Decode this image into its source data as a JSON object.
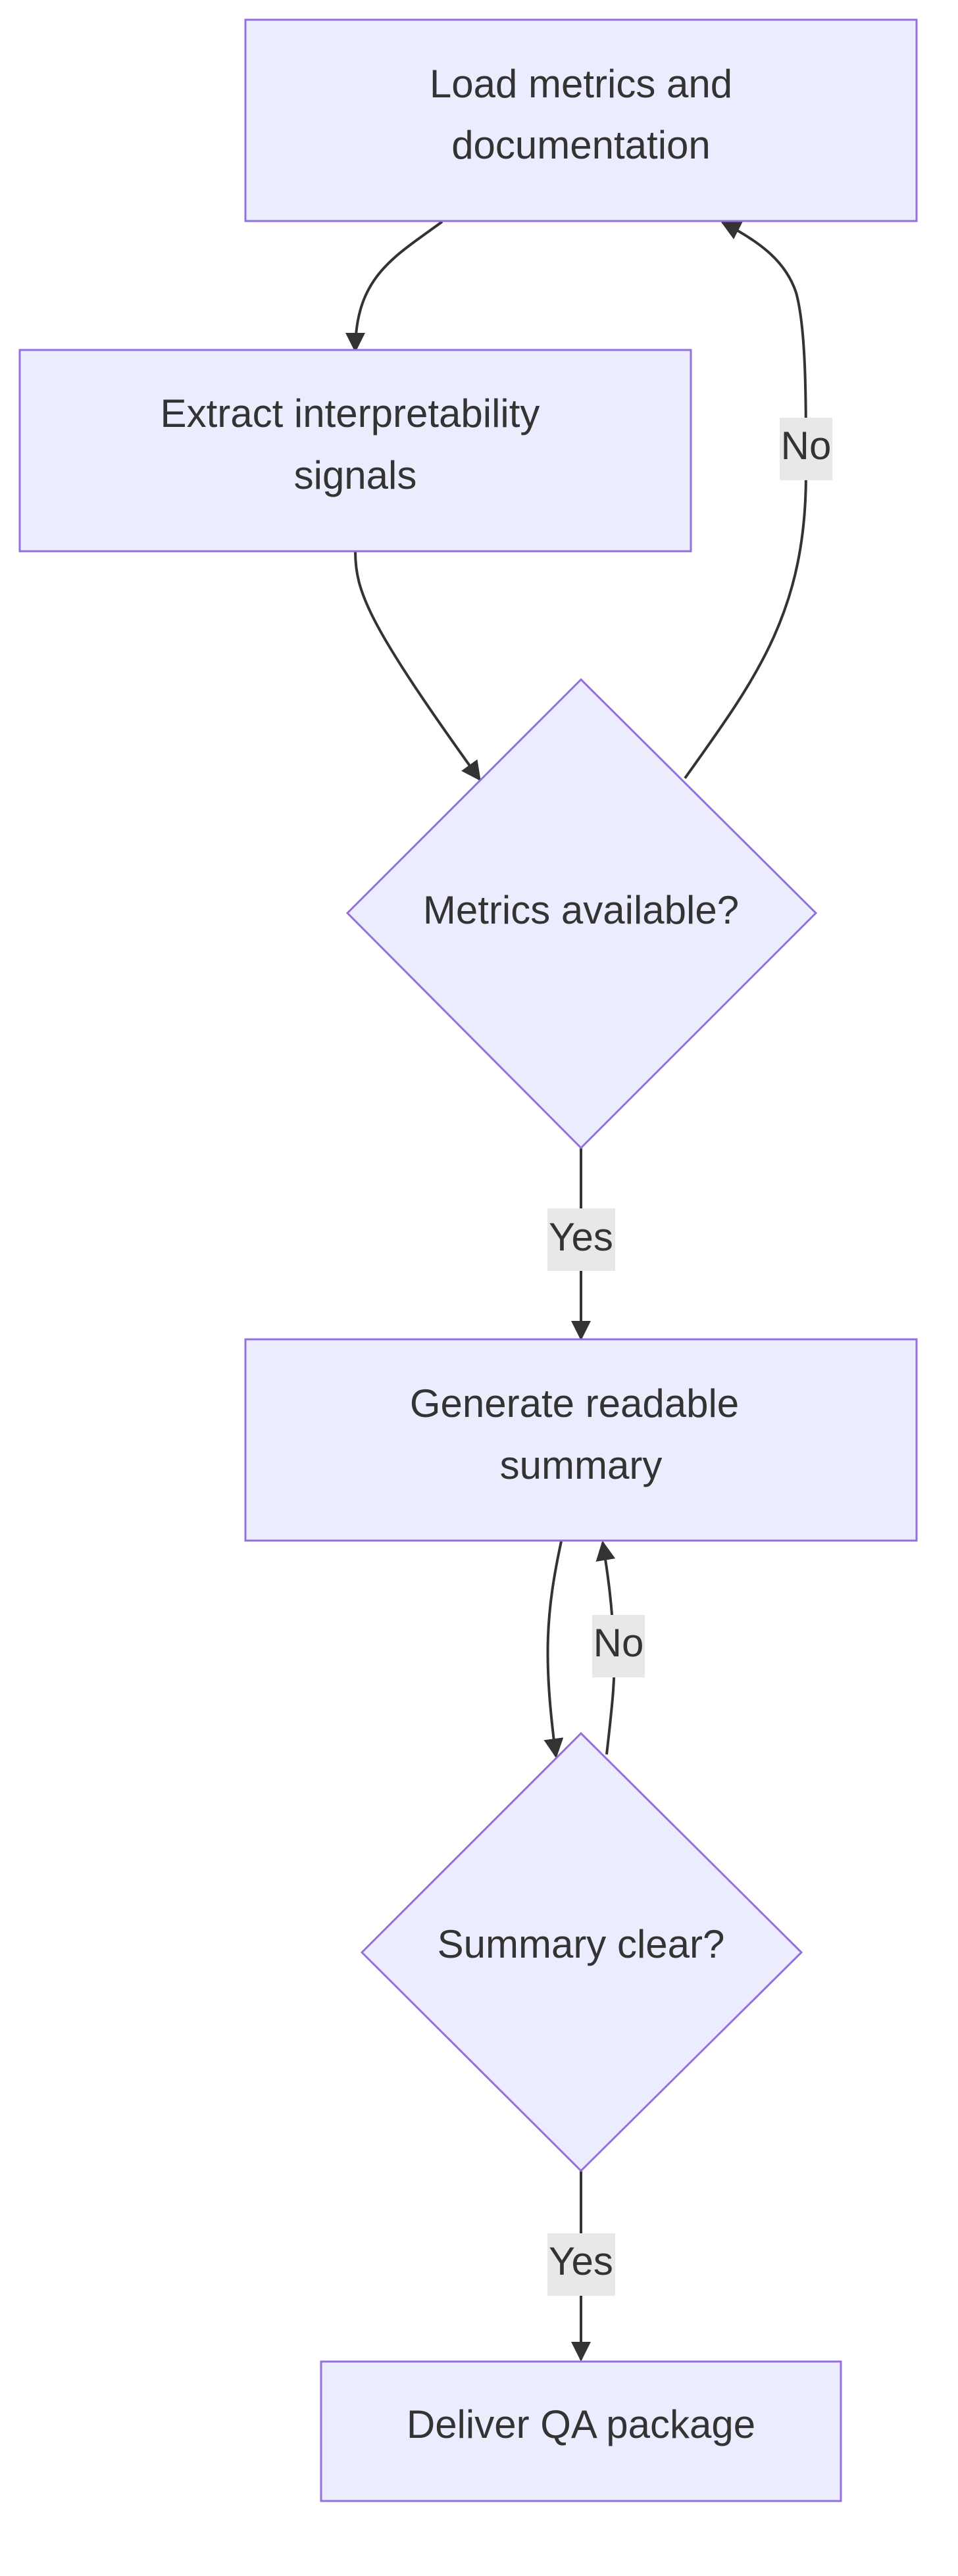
{
  "diagram": {
    "colors": {
      "node_fill": "#ECECFF",
      "node_stroke": "#9370DB",
      "edge": "#333333",
      "text": "#333333",
      "label_bg": "#E8E8E8"
    },
    "nodes": {
      "load": {
        "line1": "Load metrics and",
        "line2": "documentation"
      },
      "extract": {
        "line1": "Extract interpretability",
        "line2": "signals"
      },
      "metrics": {
        "label": "Metrics available?"
      },
      "generate": {
        "line1": "Generate readable",
        "line2": "summary"
      },
      "summary": {
        "label": "Summary clear?"
      },
      "deliver": {
        "label": "Deliver QA package"
      }
    },
    "edges": {
      "metrics_no": "No",
      "metrics_yes": "Yes",
      "summary_no": "No",
      "summary_yes": "Yes"
    }
  }
}
